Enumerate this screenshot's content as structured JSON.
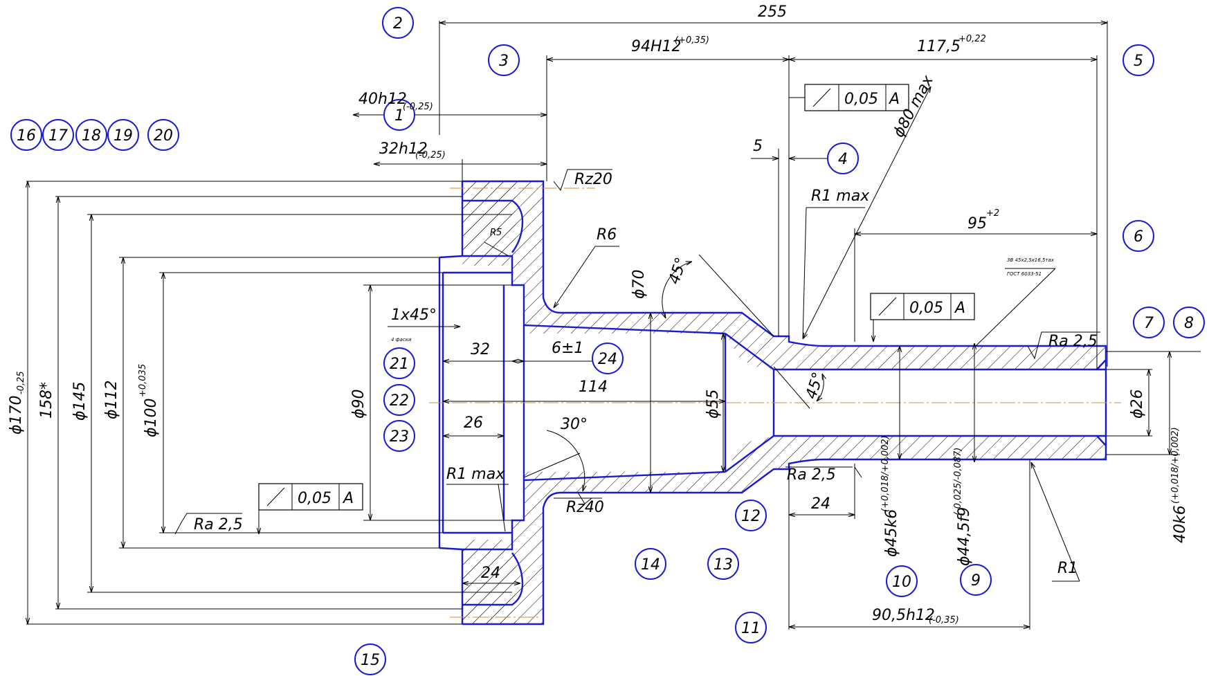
{
  "bubbles": [
    "1",
    "2",
    "3",
    "4",
    "5",
    "6",
    "7",
    "8",
    "9",
    "10",
    "11",
    "12",
    "13",
    "14",
    "15",
    "16",
    "17",
    "18",
    "19",
    "20",
    "21",
    "22",
    "23",
    "24"
  ],
  "dimensions": {
    "overall_length": "255",
    "flange_seat": "94H12",
    "flange_seat_tol": "(+0,35)",
    "shaft_length": "117,5",
    "shaft_length_tol": "+0,22",
    "width_40": "40h12",
    "width_40_tol": "(-0,25)",
    "width_32": "32h12",
    "width_32_tol": "(-0,25)",
    "step_5": "5",
    "journal_95": "95",
    "journal_95_tol": "+2",
    "len_90_5": "90,5h12",
    "len_90_5_tol": "(-0,35)",
    "len_24_bottom": "24",
    "len_24_flange": "24",
    "bore_32": "32",
    "bore_114": "114",
    "bore_26": "26",
    "groove_6": "6±1",
    "dia_170": "ϕ170",
    "dia_170_tol": "-0,25",
    "dia_158": "158*",
    "dia_145": "ϕ145",
    "dia_112": "ϕ112",
    "dia_100": "ϕ100",
    "dia_100_tol": "+0,035",
    "dia_90": "ϕ90",
    "dia_70": "ϕ70",
    "dia_55": "ϕ55",
    "dia_26": "ϕ26",
    "dia_80": "ϕ80 max",
    "dia_45k6": "ϕ45k6",
    "dia_45k6_tol": "(+0,018/+0,002)",
    "dia_44_5": "ϕ44,5f9",
    "dia_44_5_tol": "(-0,025/-0,087)",
    "dia_40k6": "40k6",
    "dia_40k6_tol": "(+0,018/+0,002)"
  },
  "angles": {
    "chamfer": "1x45°",
    "chamfer_note": "4 фаски",
    "angle_top": "45°",
    "angle_inner": "45°",
    "angle_cone": "30°"
  },
  "radii": {
    "r6": "R6",
    "r5": "R5",
    "r1max_top": "R1 max",
    "r1max_left": "R1 max",
    "r1": "R1"
  },
  "surface": {
    "rz20": "Rz20",
    "rz40": "Rz40",
    "ra_top": "Ra 2,5",
    "ra_bottom": "Ra 2,5",
    "ra_left": "Ra 2,5"
  },
  "tolerance_frames": [
    {
      "value": "0,05",
      "datum": "A"
    },
    {
      "value": "0,05",
      "datum": "A"
    },
    {
      "value": "0,05",
      "datum": "A"
    }
  ],
  "thread_note": {
    "line1": "3В 45х2,5х16,5тах",
    "line2": "ГОСТ 6033-51"
  },
  "colors": {
    "outline": "#1a1ad6",
    "axis": "#d98a3a",
    "lines": "#000000"
  }
}
